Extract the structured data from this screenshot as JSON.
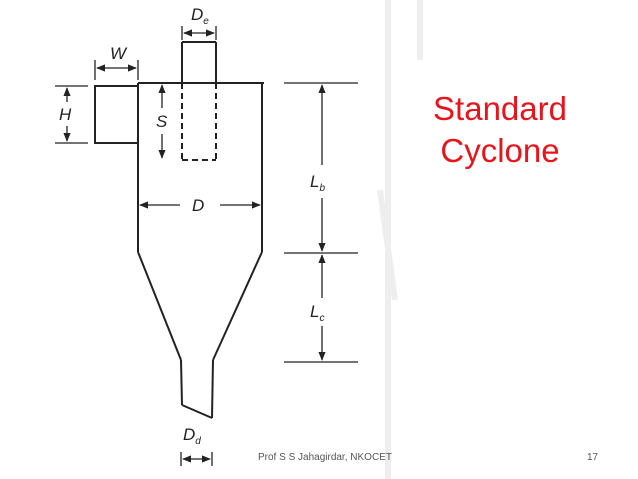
{
  "title": {
    "line1": "Standard",
    "line2": "Cyclone"
  },
  "labels": {
    "De": {
      "main": "D",
      "sub": "e"
    },
    "W": "W",
    "H": "H",
    "S": "S",
    "D": "D",
    "Lb": {
      "main": "L",
      "sub": "b"
    },
    "Lc": {
      "main": "L",
      "sub": "c"
    },
    "Dd": {
      "main": "D",
      "sub": "d"
    }
  },
  "footer": {
    "author": "Prof S S Jahagirdar, NKOCET",
    "page": "17"
  },
  "colors": {
    "title": "#e8141c",
    "line": "#222222",
    "background": "#ffffff"
  }
}
